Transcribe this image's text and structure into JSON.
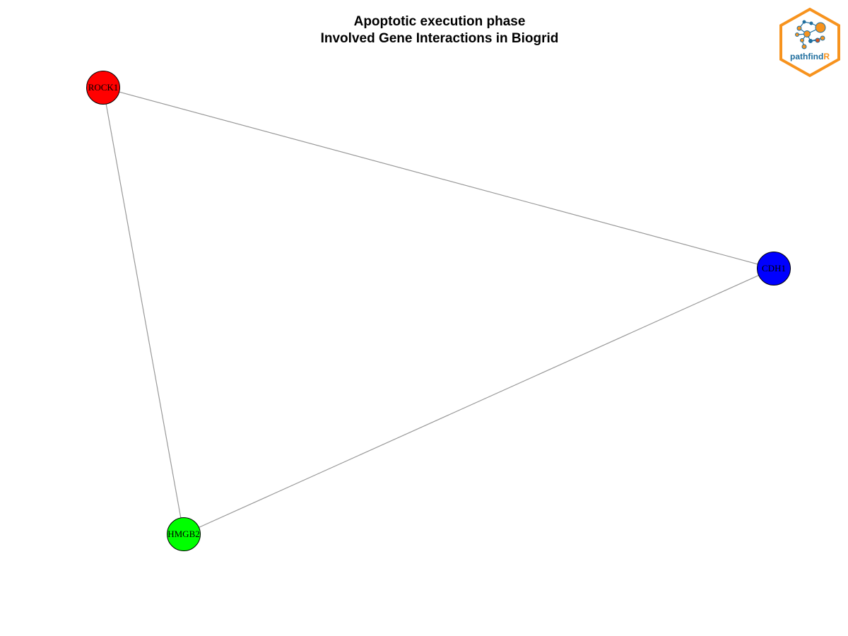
{
  "title": {
    "line1": "Apoptotic execution phase",
    "line2": "Involved Gene Interactions in Biogrid"
  },
  "network": {
    "nodes": [
      {
        "id": "ROCK1",
        "label": "ROCK1",
        "color": "#FF0000"
      },
      {
        "id": "CDH1",
        "label": "CDH1",
        "color": "#0000FF"
      },
      {
        "id": "HMGB2",
        "label": "HMGB2",
        "color": "#00FF00"
      }
    ],
    "edges": [
      {
        "source": "ROCK1",
        "target": "CDH1"
      },
      {
        "source": "ROCK1",
        "target": "HMGB2"
      },
      {
        "source": "CDH1",
        "target": "HMGB2"
      }
    ],
    "edge_color": "#999999",
    "node_border_color": "#000000"
  },
  "logo": {
    "text_main": "pathfind",
    "text_accent": "R",
    "hex_color": "#F7931E",
    "text_color": "#1F6E9E",
    "accent_color": "#F7931E"
  }
}
